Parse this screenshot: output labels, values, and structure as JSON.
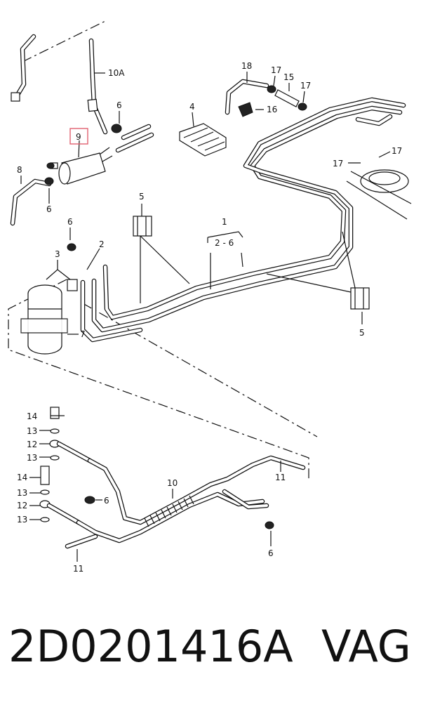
{
  "callouts": {
    "c10A": "10A",
    "c9": "9",
    "c6a": "6",
    "c8": "8",
    "c6b": "6",
    "c4": "4",
    "c18": "18",
    "c17a": "17",
    "c15": "15",
    "c17b": "17",
    "c16": "16",
    "c17c": "17",
    "c17d": "17",
    "c5a": "5",
    "c1": "1",
    "c2to6": "2 - 6",
    "c6c": "6",
    "c2": "2",
    "c3": "3",
    "c7": "7",
    "c5b": "5",
    "c14a": "14",
    "c13a": "13",
    "c12a": "12",
    "c13b": "13",
    "c14b": "14",
    "c13c": "13",
    "c12b": "12",
    "c13d": "13",
    "c10": "10",
    "c11a": "11",
    "c6d": "6",
    "c6e": "6",
    "c11b": "11"
  },
  "highlight_color": "#e06070",
  "footer": {
    "part_number": "2D0201416A",
    "brand": "VAG"
  }
}
